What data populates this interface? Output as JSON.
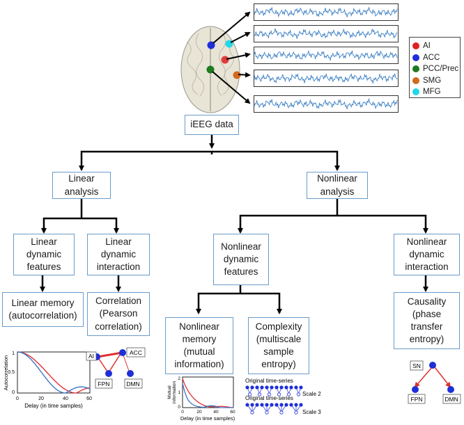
{
  "legend": {
    "items": [
      {
        "label": "AI",
        "color": "#e02020"
      },
      {
        "label": "ACC",
        "color": "#1f2fd8"
      },
      {
        "label": "PCC/Prec",
        "color": "#1e7a1e"
      },
      {
        "label": "SMG",
        "color": "#d2691e"
      },
      {
        "label": "MFG",
        "color": "#22d8e8"
      }
    ]
  },
  "nodes": {
    "ieeg": "iEEG data",
    "linear_analysis": "Linear\nanalysis",
    "nonlinear_analysis": "Nonlinear\nanalysis",
    "linear_dyn_features": "Linear\ndynamic\nfeatures",
    "linear_dyn_interaction": "Linear\ndynamic\ninteraction",
    "nonlinear_dyn_features": "Nonlinear\ndynamic\nfeatures",
    "nonlinear_dyn_interaction": "Nonlinear\ndynamic\ninteraction",
    "linear_memory": "Linear memory\n(autocorrelation)",
    "correlation": "Correlation\n(Pearson\ncorrelation)",
    "nonlinear_memory": "Nonlinear\nmemory\n(mutual\ninformation)",
    "complexity": "Complexity\n(multiscale\nsample\nentropy)",
    "causality": "Causality\n(phase\ntransfer\nentropy)"
  },
  "autocorr_plot": {
    "ylabel": "Autocorrelation",
    "xlabel": "Delay (in time samples)",
    "yticks": [
      "1",
      "0.5",
      "0"
    ],
    "xticks": [
      "0",
      "20",
      "40",
      "60"
    ],
    "series_colors": [
      "#e0303a",
      "#3a78c8"
    ]
  },
  "mi_plot": {
    "ylabel_line1": "Mutual",
    "ylabel_line2": "information",
    "xlabel": "Delay (in time samples)",
    "yticks": [
      "2",
      "1",
      "0"
    ],
    "xticks": [
      "0",
      "20",
      "40",
      "60"
    ],
    "series_colors": [
      "#e0303a",
      "#3a78c8"
    ]
  },
  "correlation_network": {
    "nodes": [
      "AI",
      "ACC",
      "FPN",
      "DMN"
    ]
  },
  "causality_network": {
    "nodes": [
      "SN",
      "FPN",
      "DMN"
    ]
  },
  "complexity_illustration": {
    "orig1": "Original time-series",
    "orig2": "Original time-series",
    "scale2": "Scale 2",
    "scale3": "Scale 3"
  }
}
